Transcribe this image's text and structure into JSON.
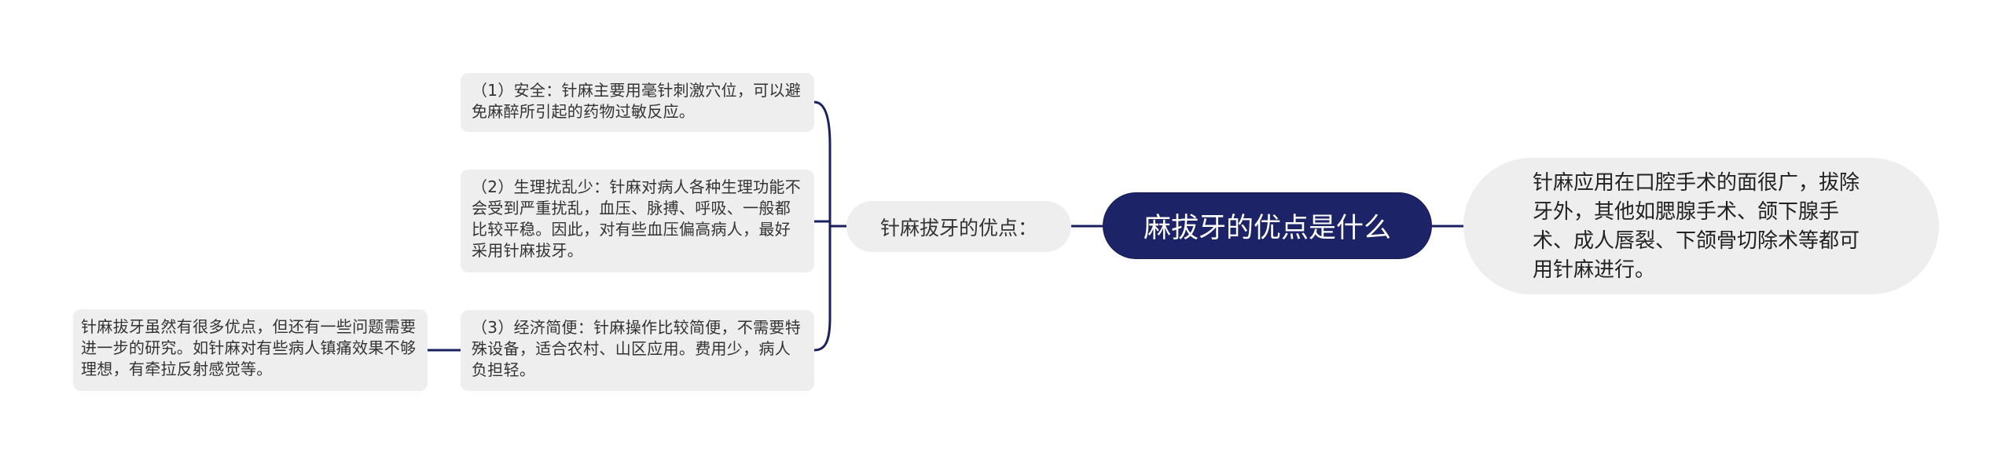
{
  "mindmap": {
    "center": {
      "label": "麻拔牙的优点是什么"
    },
    "branch": {
      "label": "针麻拔牙的优点："
    },
    "advantages": [
      {
        "label": "（1）安全：针麻主要用毫针刺激穴位，可以避免麻醉所引起的药物过敏反应。"
      },
      {
        "label": "（2）生理扰乱少：针麻对病人各种生理功能不会受到严重扰乱，血压、脉搏、呼吸、一般都比较平稳。因此，对有些血压偏高病人，最好采用针麻拔牙。"
      },
      {
        "label": "（3）经济简便：针麻操作比较简便，不需要特殊设备，适合农村、山区应用。费用少，病人负担轻。"
      }
    ],
    "note": {
      "label": "针麻拔牙虽然有很多优点，但还有一些问题需要进一步的研究。如针麻对有些病人镇痛效果不够理想，有牵拉反射感觉等。"
    },
    "right": {
      "label": "针麻应用在口腔手术的面很广，拔除牙外，其他如腮腺手术、颌下腺手术、成人唇裂、下颌骨切除术等都可用针麻进行。"
    }
  },
  "colors": {
    "center_fill": "#1d2367",
    "connector": "#1a1f5e",
    "node_fill": "#eeeeee",
    "text": "#333333"
  }
}
